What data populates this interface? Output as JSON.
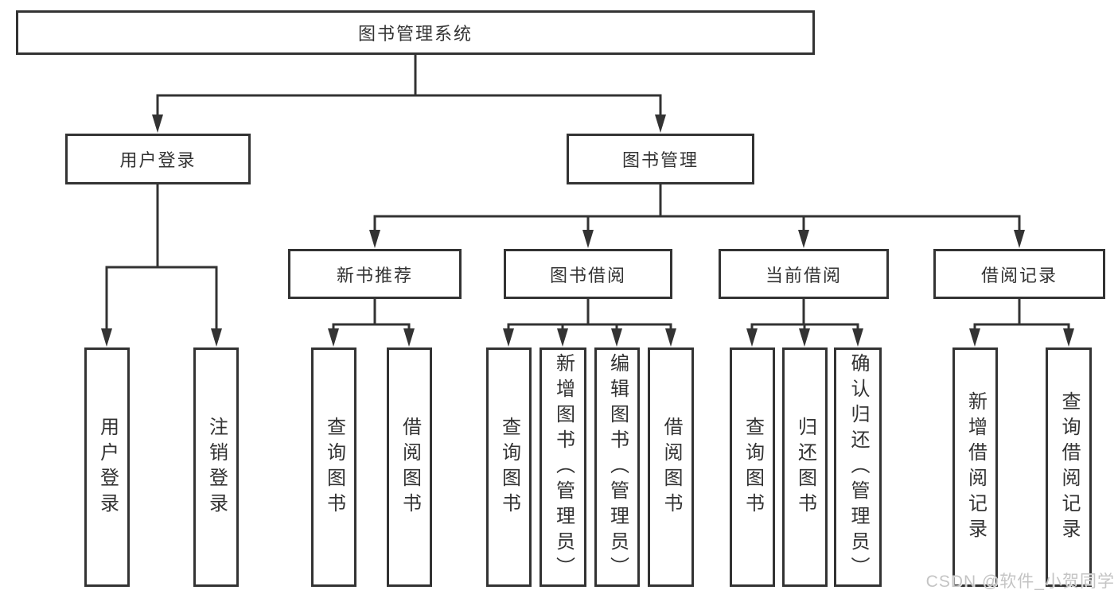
{
  "tree": {
    "root": {
      "label": "图书管理系统"
    },
    "children": [
      {
        "label": "用户登录",
        "children": [
          {
            "label": "用户登录"
          },
          {
            "label": "注销登录"
          }
        ]
      },
      {
        "label": "图书管理",
        "children": [
          {
            "label": "新书推荐",
            "children": [
              {
                "label": "查询图书"
              },
              {
                "label": "借阅图书"
              }
            ]
          },
          {
            "label": "图书借阅",
            "children": [
              {
                "label": "查询图书"
              },
              {
                "label": "新增图书（管理员）"
              },
              {
                "label": "编辑图书（管理员）"
              },
              {
                "label": "借阅图书"
              }
            ]
          },
          {
            "label": "当前借阅",
            "children": [
              {
                "label": "查询图书"
              },
              {
                "label": "归还图书"
              },
              {
                "label": "确认归还（管理员）"
              }
            ]
          },
          {
            "label": "借阅记录",
            "children": [
              {
                "label": "新增借阅记录"
              },
              {
                "label": "查询借阅记录"
              }
            ]
          }
        ]
      }
    ]
  },
  "watermark": {
    "text": "CSDN @软件_小贺同学"
  },
  "colors": {
    "line": "#333333",
    "text": "#333333",
    "box_background": "#ffffff",
    "watermark": "#c4c4c4",
    "background": "#ffffff"
  }
}
